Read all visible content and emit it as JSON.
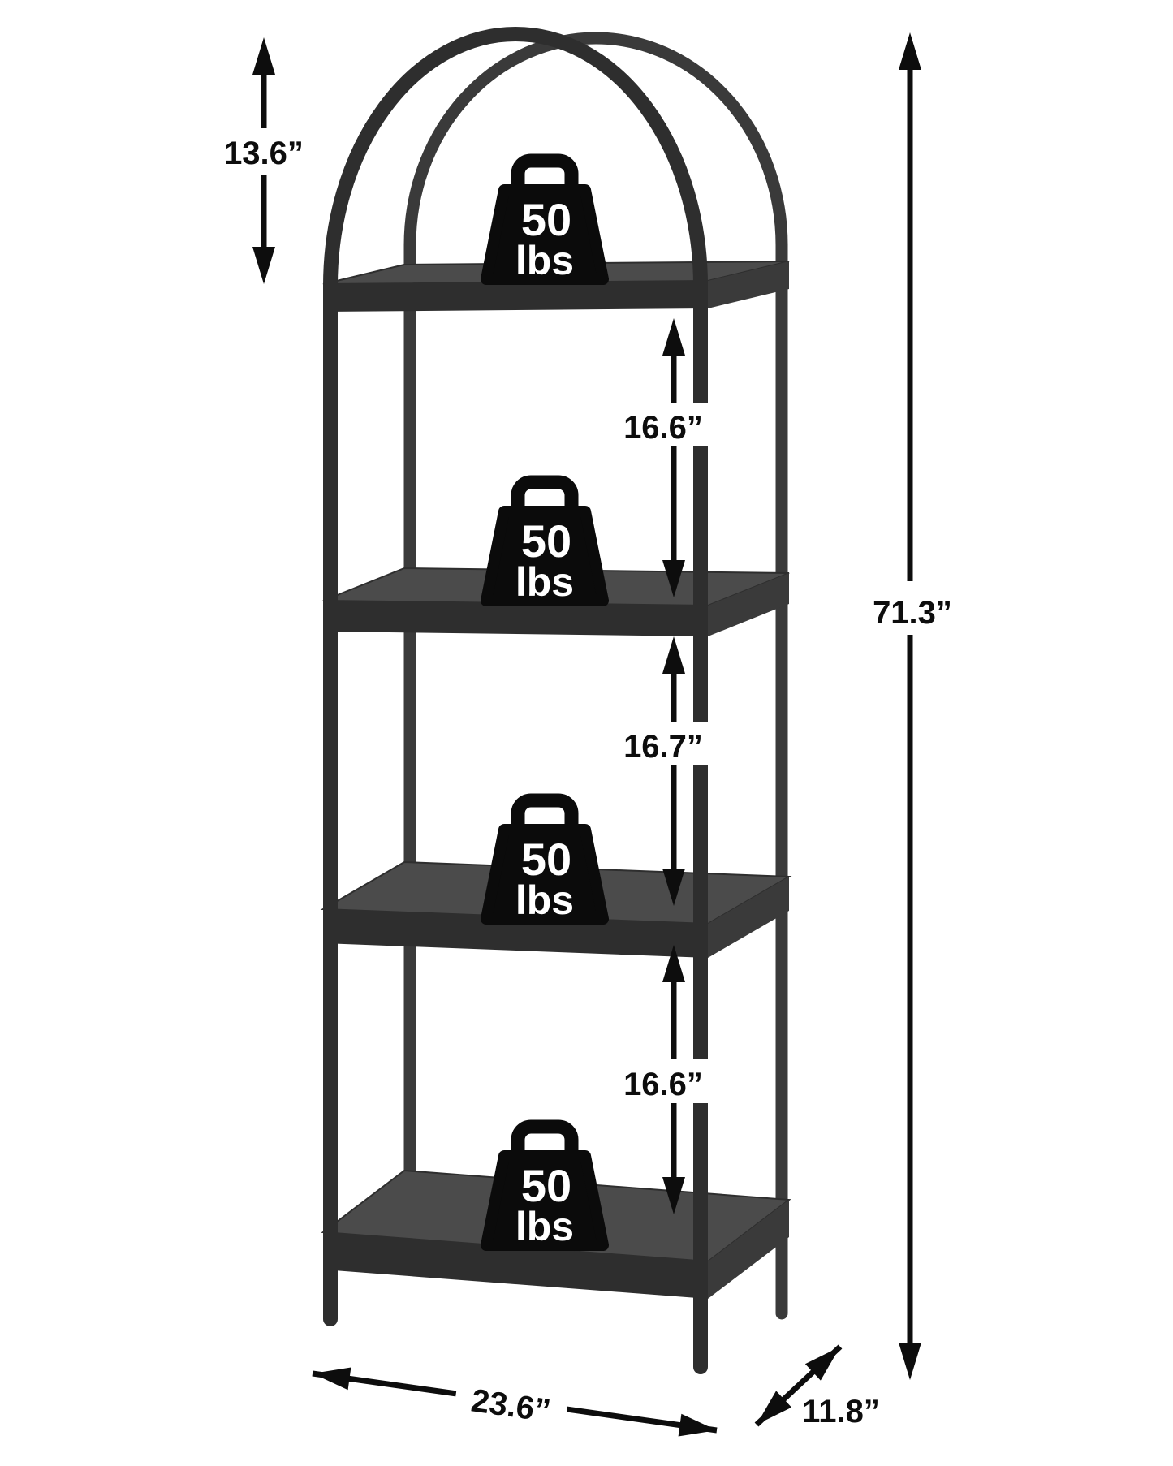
{
  "figure": {
    "kind": "product-dimension-diagram",
    "subject": "four-tier arched open bookshelf"
  },
  "dimensions": {
    "arch_height": "13.6”",
    "total_height": "71.3”",
    "gap_top": "16.6”",
    "gap_middle": "16.7”",
    "gap_bottom": "16.6”",
    "width": "23.6”",
    "depth": "11.8”"
  },
  "shelf_capacities": [
    {
      "value": "50",
      "unit": "lbs"
    },
    {
      "value": "50",
      "unit": "lbs"
    },
    {
      "value": "50",
      "unit": "lbs"
    },
    {
      "value": "50",
      "unit": "lbs"
    }
  ],
  "icons": {
    "capacity_icon": "weight-bag-icon",
    "measure_icon": "double-headed-arrow"
  },
  "colors": {
    "background": "#ffffff",
    "frame": "#3a3a3a",
    "frame-dark": "#2e2e2e",
    "shelf-top": "#4b4b4b",
    "shelf-side": "#3a3a3a",
    "annotation": "#0d0d0d",
    "badge": "#0b0b0b",
    "badge-text": "#ffffff"
  }
}
